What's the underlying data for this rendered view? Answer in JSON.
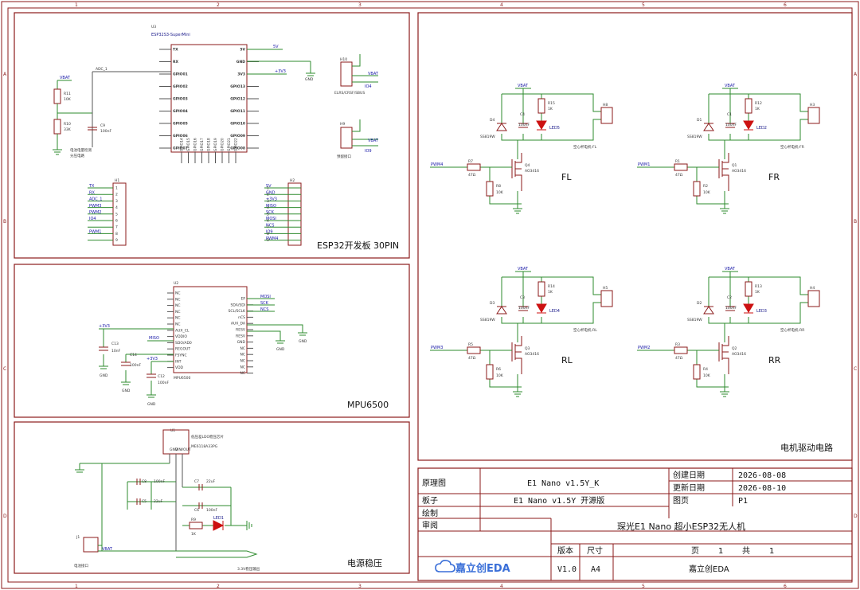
{
  "border": {
    "col_numbers": [
      "1",
      "2",
      "3",
      "4",
      "5",
      "6"
    ],
    "row_letters": [
      "A",
      "B",
      "C",
      "D"
    ]
  },
  "panels": {
    "esp32": {
      "title": "ESP32开发板 30PIN",
      "chip_ref": "U3",
      "chip_name": "ESP32S3-SuperMini",
      "left_pins": [
        "TX",
        "RX",
        "GPIO01",
        "GPIO02",
        "GPIO03",
        "GPIO04",
        "GPIO05",
        "GPIO06",
        "GPIO07"
      ],
      "right_pins": [
        "5V",
        "GND",
        "3V3",
        "GPIO13",
        "GPIO12",
        "GPIO11",
        "GPIO10",
        "GPIO09",
        "GPIO08"
      ],
      "bottom_pins": [
        "GPIO14",
        "GPIO15",
        "GPIO16",
        "GPIO17",
        "GPIO18",
        "GPIO19",
        "GPIO20",
        "GPIO21",
        "GPIO22"
      ],
      "nets": {
        "adc": "ADC_1",
        "vbat": "VBAT",
        "r11": "R11",
        "r11_val": "10K",
        "r10": "R10",
        "r10_val": "33K",
        "c9": "C9",
        "c9_val": "100nF",
        "batt_note": "电池电量检测",
        "batt_note2": "分压电路",
        "h10_note": "ELRS/CRSF/SBUS",
        "h9_note": "预留接口",
        "gnd": "GND",
        "v5": "5V",
        "v33": "+3V3",
        "io4": "IO4",
        "io9": "IO9"
      },
      "h1_pins": [
        "TX",
        "RX",
        "ADC_1",
        "PWM3",
        "PWM2",
        "IO4",
        "",
        "PWM1",
        ""
      ],
      "h2_pins": [
        "5V",
        "GND",
        "+3V3",
        "MISO",
        "SCK",
        "MOSI",
        "NCS",
        "IO9",
        "PWM4"
      ]
    },
    "mpu": {
      "title": "MPU6500",
      "chip_ref": "U2",
      "chip_name": "MPU6500",
      "left_pins": [
        "NC",
        "NC",
        "NC",
        "NC",
        "NC",
        "NC",
        "AUX_CL",
        "VDDIO",
        "SDO/AD0",
        "REGOUT",
        "FSYNC",
        "INT",
        "VDD"
      ],
      "right_pins": [
        "EP",
        "SDA/SDI",
        "SCL/SCLK",
        "nCS",
        "AUX_DA",
        "RESV",
        "RESV",
        "GND",
        "NC",
        "NC",
        "NC",
        "NC",
        "NC"
      ],
      "nets": {
        "mosi": "MOSI",
        "sck": "SCK",
        "ncs": "NCS",
        "miso": "MISO",
        "v33": "+3V3",
        "c13": "C13",
        "c14": "C14",
        "c12": "C12",
        "cap_val": "100nF",
        "c13_val": "10nF",
        "gnd": "GND"
      }
    },
    "power": {
      "title": "电源稳压",
      "u1": "U1",
      "u1_note": "低压差LDO稳压芯片",
      "u1_name": "ME6118A33PG",
      "pins": [
        "GND",
        "VIN",
        "VOUT"
      ],
      "c8": "C8",
      "c8_val": "100nF",
      "c7": "C7",
      "c7_val": "22uF",
      "c5": "C5",
      "c5_val": "22uF",
      "c6": "C6",
      "c6_val": "100nF",
      "r9": "R9",
      "r9_val": "1K",
      "led": "LED1",
      "j1": "J1",
      "j1_note": "电池接口",
      "vbat": "VBAT",
      "out_note": "3.3V稳压输出"
    },
    "motors": {
      "title": "电机驱动电路",
      "vbat": "VBAT",
      "diode": "SS819W",
      "mos": "AO3416",
      "cap": "100nF",
      "r_g": "47Ω",
      "r_pd": "10K",
      "r_led": "1K",
      "conn_note": "空心杯电机",
      "units": [
        {
          "name": "FL",
          "pwm": "PWM4",
          "d": "D4",
          "c": "C4",
          "r_led_ref": "R15",
          "led": "LED5",
          "q": "Q4",
          "rg": "R7",
          "rpd": "R8",
          "h": "H8",
          "note": "空心杯电机-FL"
        },
        {
          "name": "FR",
          "pwm": "PWM1",
          "d": "D1",
          "c": "C1",
          "r_led_ref": "R12",
          "led": "LED2",
          "q": "Q1",
          "rg": "R1",
          "rpd": "R2",
          "h": "H3",
          "note": "空心杯电机-FR"
        },
        {
          "name": "RL",
          "pwm": "PWM3",
          "d": "D3",
          "c": "C3",
          "r_led_ref": "R14",
          "led": "LED4",
          "q": "Q3",
          "rg": "R5",
          "rpd": "R6",
          "h": "H5",
          "note": "空心杯电机-RL"
        },
        {
          "name": "RR",
          "pwm": "PWM2",
          "d": "D2",
          "c": "C2",
          "r_led_ref": "R13",
          "led": "LED3",
          "q": "Q2",
          "rg": "R3",
          "rpd": "R4",
          "h": "H4",
          "note": "空心杯电机-RR"
        }
      ]
    }
  },
  "title_block": {
    "schematic_label": "原理图",
    "schematic_value": "E1 Nano v1.5Y_K",
    "board_label": "板子",
    "board_value": "E1 Nano v1.5Y 开源版",
    "drawn_label": "绘制",
    "review_label": "审阅",
    "created_label": "创建日期",
    "created_value": "2026-08-08",
    "updated_label": "更新日期",
    "updated_value": "2026-08-10",
    "page_label": "图页",
    "page_value": "P1",
    "project_title": "琛光E1 Nano 超小ESP32无人机",
    "version_label": "版本",
    "size_label": "尺寸",
    "page_count_label_a": "页",
    "page_count_value_a": "1",
    "page_count_label_b": "共",
    "page_count_value_b": "1",
    "version_value": "V1.0",
    "size_value": "A4",
    "company": "嘉立创EDA",
    "logo_text": "嘉立创EDA"
  }
}
